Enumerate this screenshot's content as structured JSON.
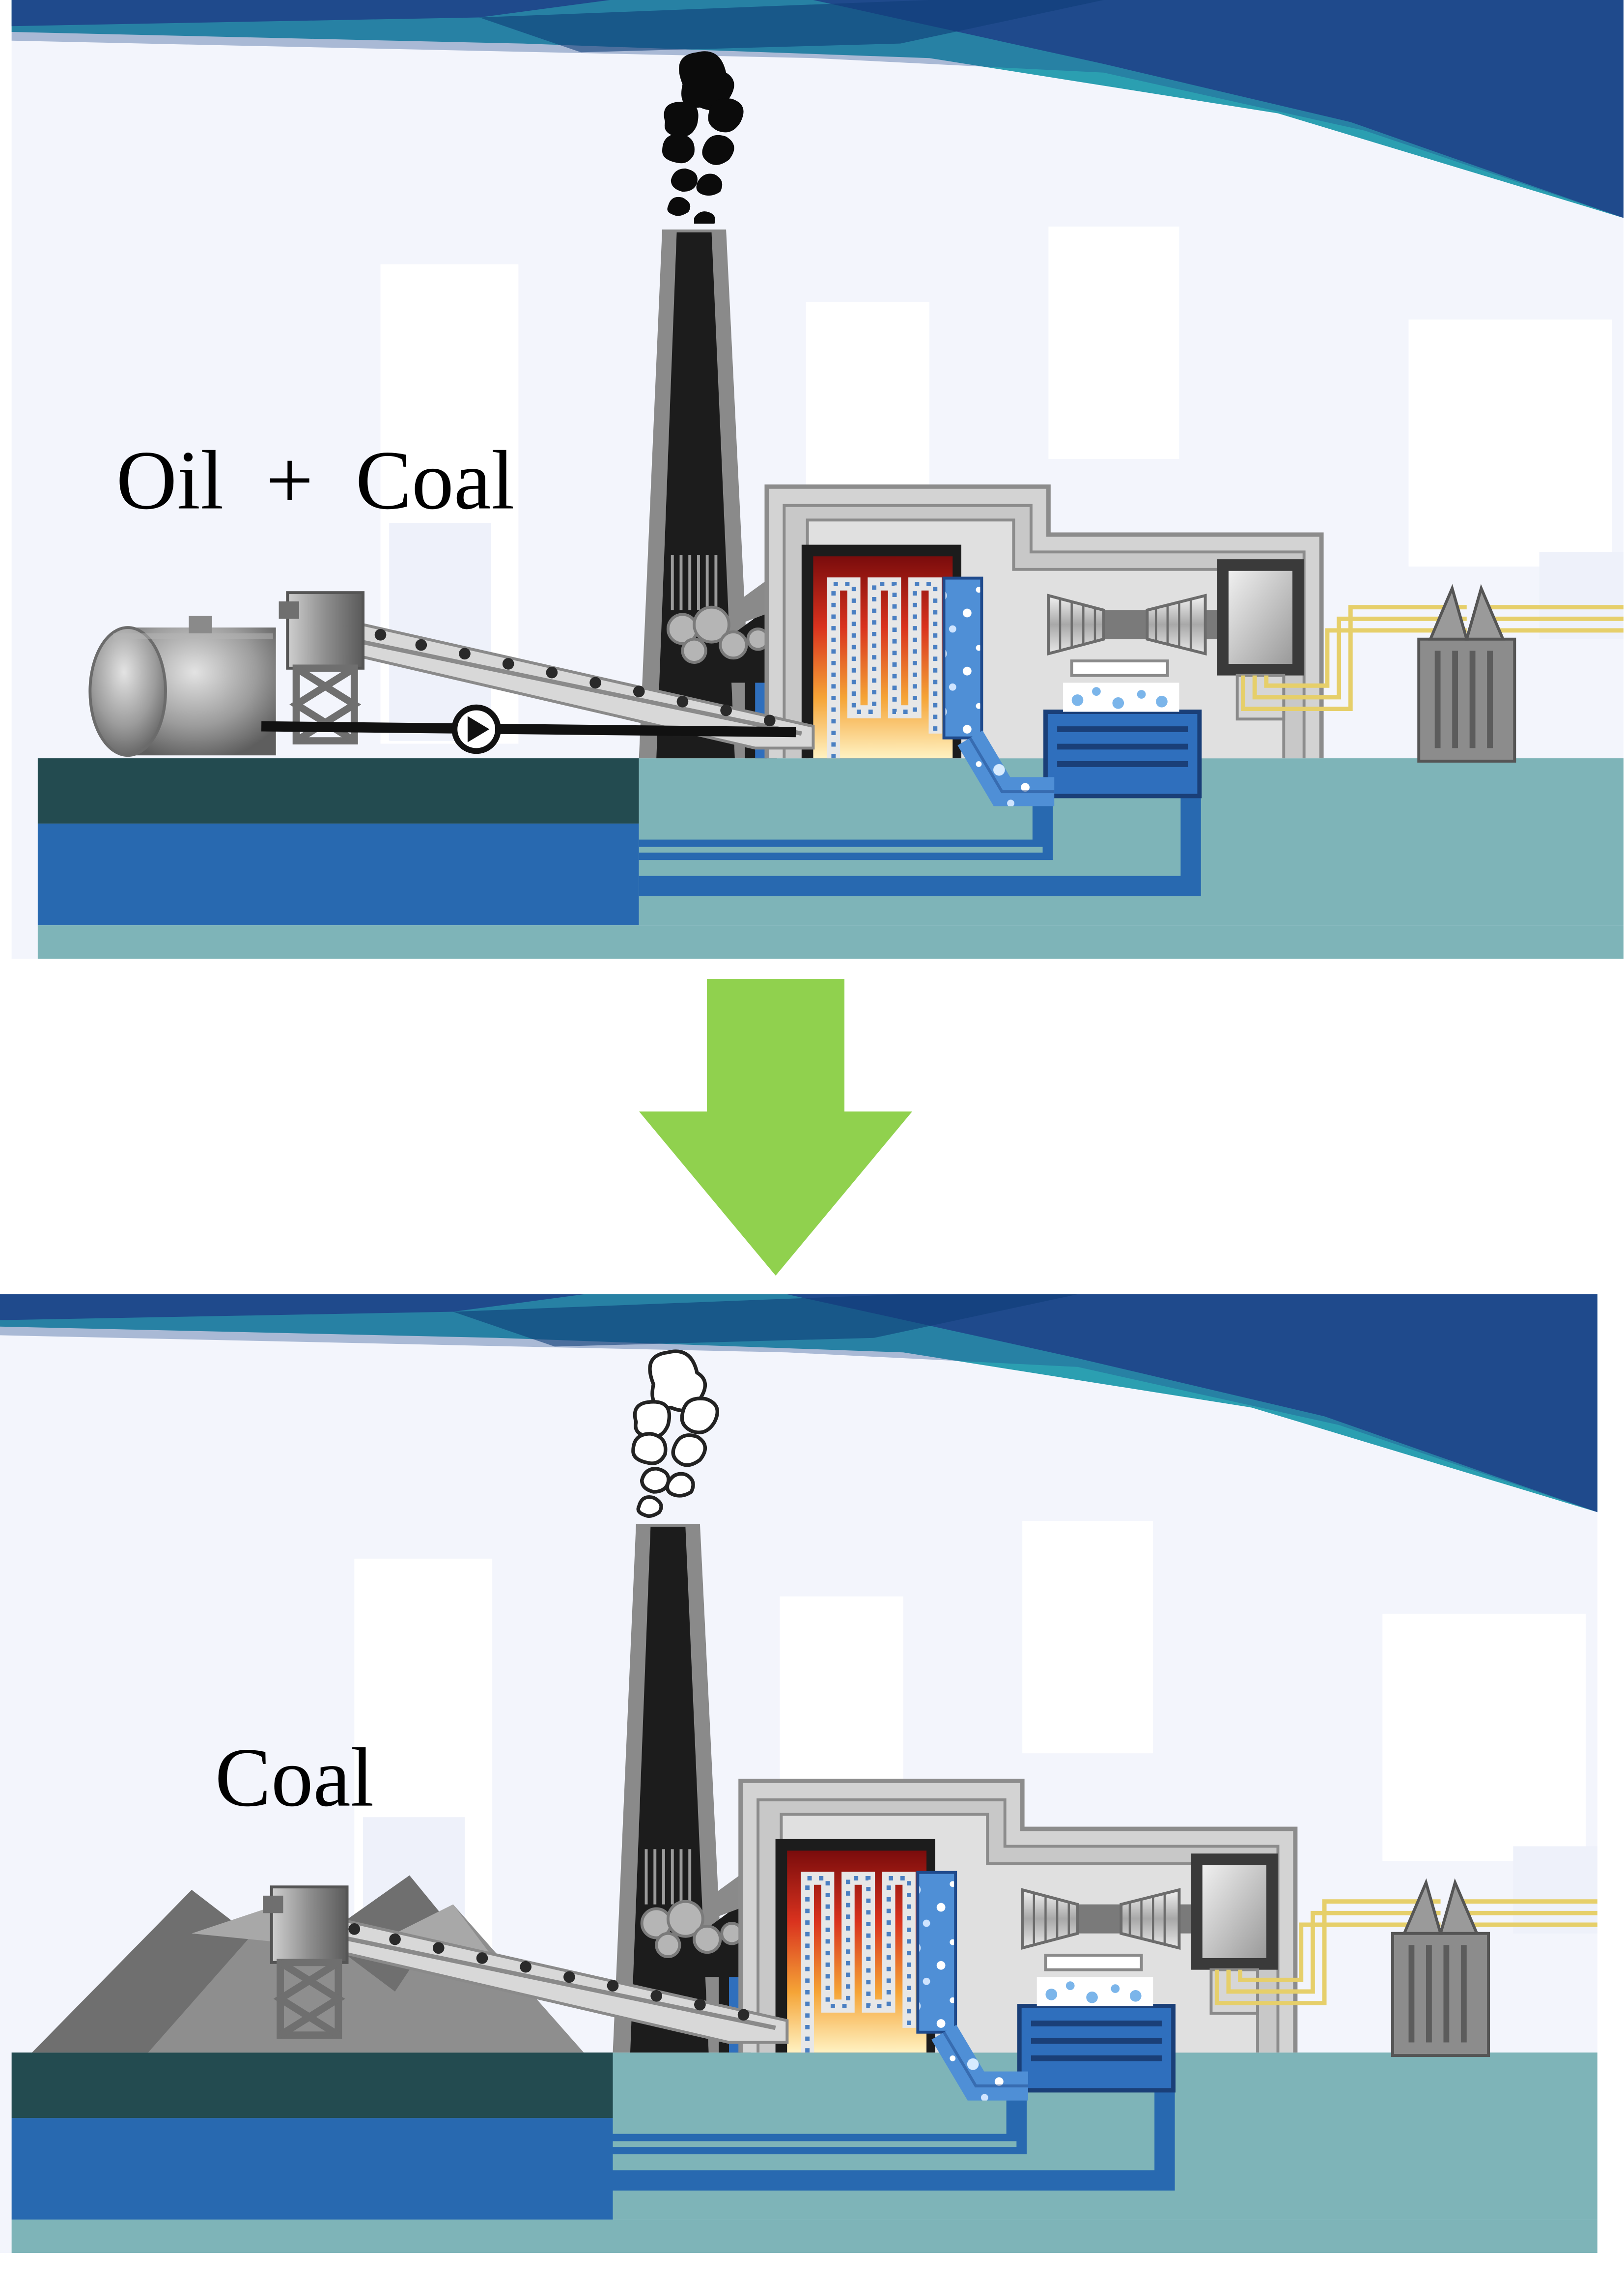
{
  "panels": {
    "top": {
      "label": "Oil  +  Coal",
      "smoke": "black"
    },
    "bottom": {
      "label": "Coal",
      "smoke": "white"
    }
  },
  "colors": {
    "banner_dark": "#1f4a8c",
    "banner_teal": "#2fa2b0",
    "sky": "#f3f5fc",
    "ground_dark": "#234b50",
    "ground_teal": "#7eb4b8",
    "water": "#2869b0",
    "chimney": "#1c1c1c",
    "chimney_shell": "#8a8a8a",
    "fire_red": "#c8231e",
    "fire_yellow": "#f6d04d",
    "steam_blue": "#2f6fbd",
    "cable": "#e6cf6a",
    "arrow": "#90d14e"
  },
  "arrow": {
    "icon": "down-arrow-icon"
  }
}
